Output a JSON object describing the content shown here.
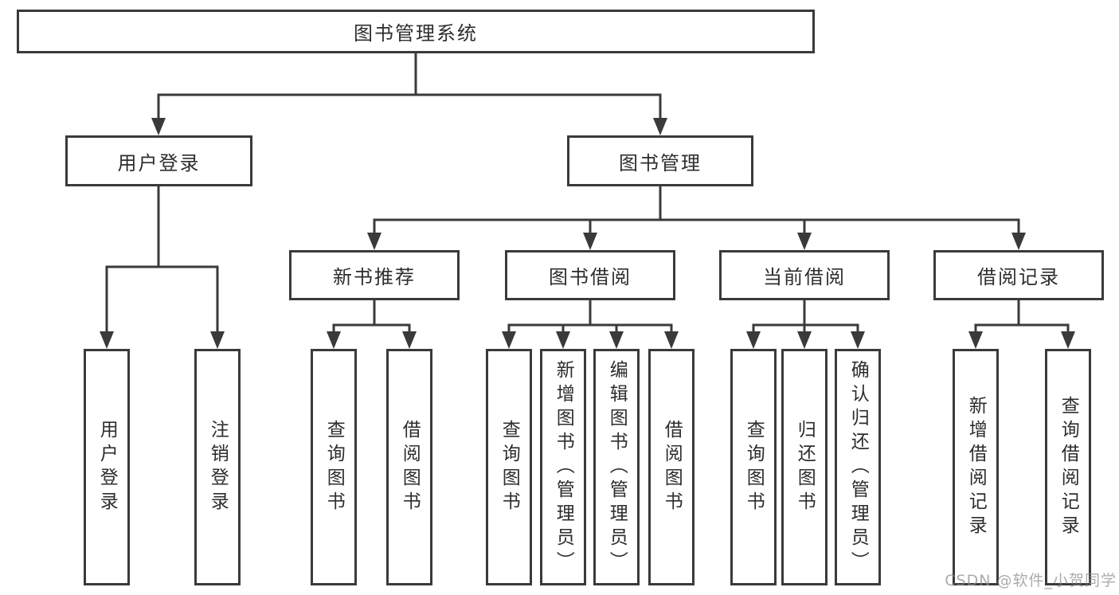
{
  "diagram": {
    "type": "tree",
    "root": {
      "label": "图书管理系统"
    },
    "branches": [
      {
        "label": "用户登录",
        "children": [
          {
            "label": "用户登录"
          },
          {
            "label": "注销登录"
          }
        ]
      },
      {
        "label": "图书管理",
        "children": [
          {
            "label": "新书推荐",
            "children": [
              {
                "label": "查询图书"
              },
              {
                "label": "借阅图书"
              }
            ]
          },
          {
            "label": "图书借阅",
            "children": [
              {
                "label": "查询图书"
              },
              {
                "label": "新增图书（管理员）"
              },
              {
                "label": "编辑图书（管理员）"
              },
              {
                "label": "借阅图书"
              }
            ]
          },
          {
            "label": "当前借阅",
            "children": [
              {
                "label": "查询图书"
              },
              {
                "label": "归还图书"
              },
              {
                "label": "确认归还（管理员）"
              }
            ]
          },
          {
            "label": "借阅记录",
            "children": [
              {
                "label": "新增借阅记录"
              },
              {
                "label": "查询借阅记录"
              }
            ]
          }
        ]
      }
    ]
  },
  "watermark": {
    "text": "CSDN @软件_小贺同学"
  },
  "colors": {
    "line": "#3a3a3a",
    "text": "#2d2d2d",
    "watermark": "#8c8c8c",
    "background": "#ffffff"
  }
}
